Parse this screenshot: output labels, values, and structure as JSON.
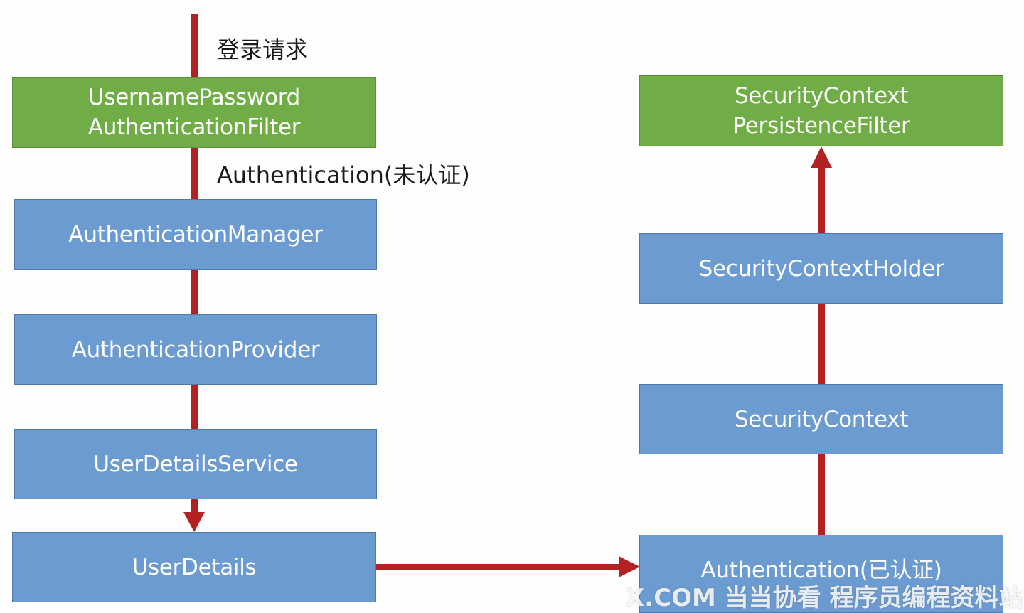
{
  "labels": {
    "login_request": "登录请求",
    "auth_unauthenticated": "Authentication(未认证)"
  },
  "left_column": {
    "filter": {
      "line1": "UsernamePassword",
      "line2": "AuthenticationFilter"
    },
    "manager": "AuthenticationManager",
    "provider": "AuthenticationProvider",
    "user_details_service": "UserDetailsService",
    "user_details": "UserDetails"
  },
  "right_column": {
    "persistence_filter": {
      "line1": "SecurityContext",
      "line2": "PersistenceFilter"
    },
    "context_holder": "SecurityContextHolder",
    "security_context": "SecurityContext",
    "auth_authenticated": "Authentication(已认证)"
  },
  "watermark": "X.COM 当当协看 程序员编程资料站",
  "colors": {
    "green_box": "#70ad47",
    "blue_box": "#6b9bd0",
    "arrow": "#b22222"
  }
}
